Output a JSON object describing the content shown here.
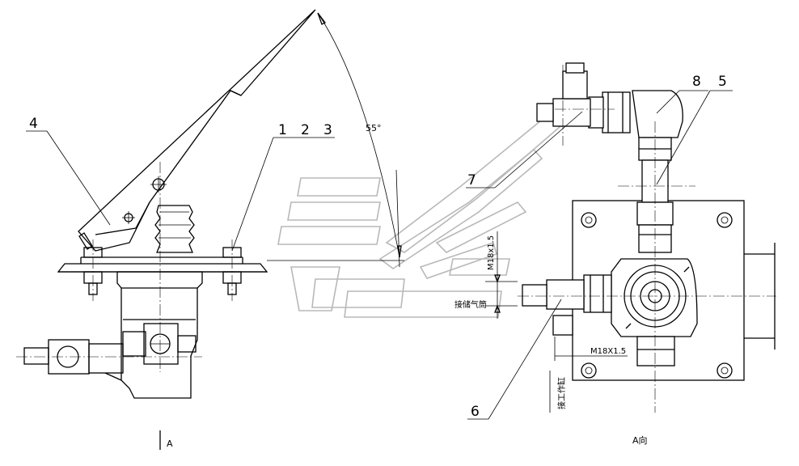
{
  "callouts": {
    "c1": "1",
    "c2": "2",
    "c3": "3",
    "c4": "4",
    "c5": "5",
    "c6": "6",
    "c7": "7",
    "c8": "8"
  },
  "dimensions": {
    "angle": "55°",
    "thread_vertical": "M18x1.5",
    "thread_horizontal": "M18X1.5"
  },
  "notes": {
    "to_reservoir": "接储气筒",
    "to_brake_chamber": "接工作缸"
  },
  "views": {
    "left_marker": "A",
    "right_caption": "A向"
  }
}
